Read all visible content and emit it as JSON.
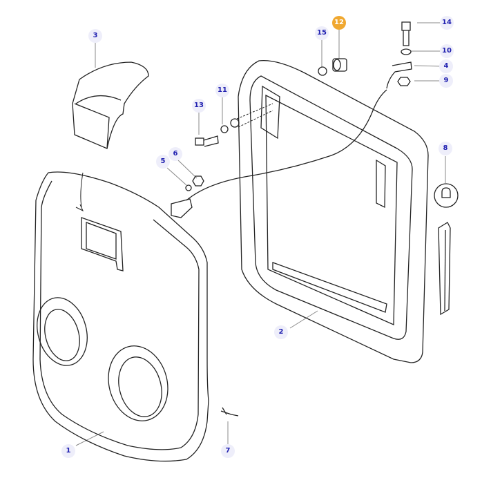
{
  "diagram": {
    "callouts": [
      {
        "id": "1",
        "label": "1"
      },
      {
        "id": "2",
        "label": "2"
      },
      {
        "id": "3",
        "label": "3"
      },
      {
        "id": "4",
        "label": "4"
      },
      {
        "id": "5",
        "label": "5"
      },
      {
        "id": "6",
        "label": "6"
      },
      {
        "id": "7",
        "label": "7"
      },
      {
        "id": "8",
        "label": "8"
      },
      {
        "id": "9",
        "label": "9"
      },
      {
        "id": "10",
        "label": "10"
      },
      {
        "id": "11",
        "label": "11"
      },
      {
        "id": "12",
        "label": "12"
      },
      {
        "id": "13",
        "label": "13"
      },
      {
        "id": "14",
        "label": "14"
      },
      {
        "id": "15",
        "label": "15"
      }
    ],
    "highlighted": "12",
    "colors": {
      "callout_text": "#2020b0",
      "callout_bg": "#eeeefa",
      "highlight": "#f0a830"
    }
  }
}
